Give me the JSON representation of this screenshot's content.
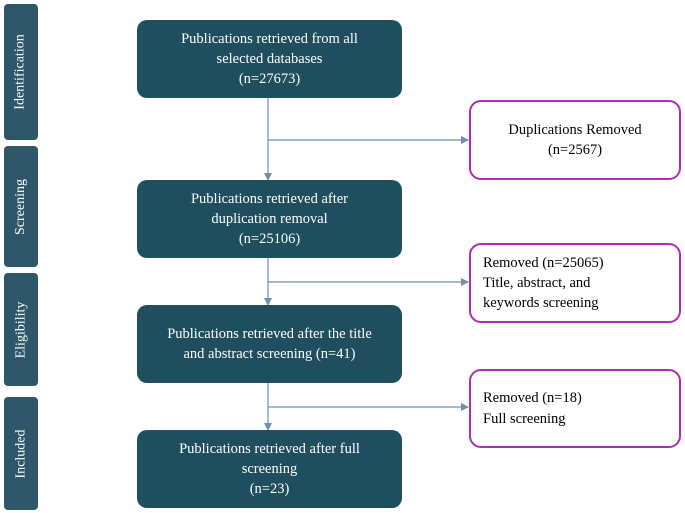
{
  "stages": {
    "identification": "Identification",
    "screening": "Screening",
    "eligibility": "Eligibility",
    "included": "Included"
  },
  "main_boxes": {
    "identified": {
      "line1": "Publications retrieved from all",
      "line2": "selected databases",
      "line3": "(n=27673)"
    },
    "after_duplicates": {
      "line1": "Publications retrieved after",
      "line2": "duplication removal",
      "line3": "(n=25106)"
    },
    "after_title_abstract": {
      "line1": "Publications retrieved after the title",
      "line2": "and abstract screening (n=41)"
    },
    "after_full": {
      "line1": "Publications retrieved after full",
      "line2": "screening",
      "line3": "(n=23)"
    }
  },
  "side_boxes": {
    "duplicates": {
      "line1": "Duplications Removed",
      "line2": "(n=2567)"
    },
    "title_screen": {
      "line1": "Removed (n=25065)",
      "line2": "Title, abstract, and",
      "line3": "keywords screening"
    },
    "full_screen": {
      "line1": "Removed (n=18)",
      "line2": "Full screening"
    }
  },
  "colors": {
    "main_box": "#1f4e5f",
    "stage_label": "#2e5869",
    "side_border": "#b02ab8",
    "connector": "#6f8fae"
  }
}
